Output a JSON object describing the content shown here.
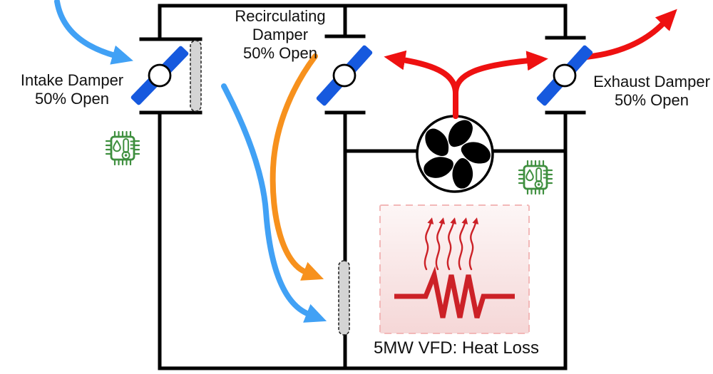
{
  "labels": {
    "intake_damper": {
      "line1": "Intake Damper",
      "line2": "50% Open"
    },
    "recirculating_damper": {
      "line1": "Recirculating",
      "line2": "Damper",
      "line3": "50% Open"
    },
    "exhaust_damper": {
      "line1": "Exhaust Damper",
      "line2": "50% Open"
    },
    "vfd_heat_loss": "5MW VFD: Heat Loss"
  },
  "icons": {
    "fan": "fan-icon",
    "left_sensor": "temp-humidity-sensor-chip-icon",
    "right_sensor": "temp-humidity-sensor-chip-icon",
    "heat_element": "resistor-heat-icon"
  },
  "colors": {
    "duct_line": "#000000",
    "damper_blade_blue": "#1659de",
    "cool_flow_blue": "#41a1f5",
    "recirc_flow_orange": "#f7911d",
    "hot_flow_red": "#ee1111",
    "heat_element_red": "#cc2127",
    "sensor_green": "#3f8f3f",
    "capsule_gray": "#d4d4d4",
    "capsule_border": "#2a2a2a",
    "heat_box_border": "#f2b8b8",
    "heat_box_fill_top": "#fdf6f6",
    "heat_box_fill_bottom": "#f5d7d7",
    "text_black": "#111111",
    "pivot_fill": "#ffffff"
  }
}
